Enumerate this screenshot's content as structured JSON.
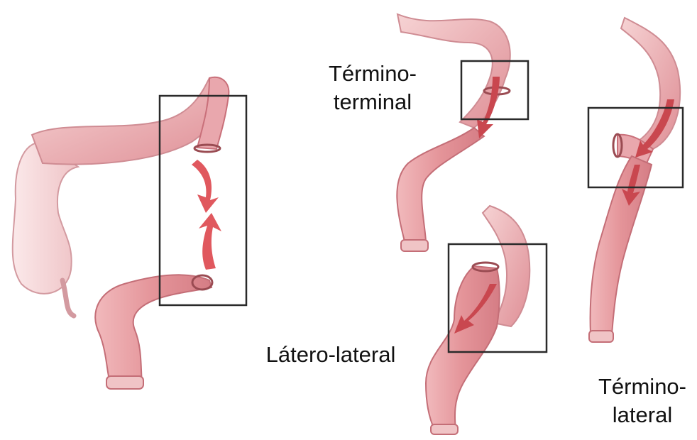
{
  "labels": {
    "termino_terminal": {
      "line1": "Término-",
      "line2": "terminal"
    },
    "latero_lateral": {
      "line1": "Látero-lateral"
    },
    "termino_lateral": {
      "line1": "Término-",
      "line2": "lateral"
    }
  },
  "colors": {
    "colon_light": "#f3c6c8",
    "colon_mid": "#e49aa0",
    "colon_dark": "#c9707a",
    "rectum": "#e8a0a4",
    "arrow": "#e0585e",
    "box_stroke": "#2a2a2a",
    "ring": "#b86a70"
  }
}
